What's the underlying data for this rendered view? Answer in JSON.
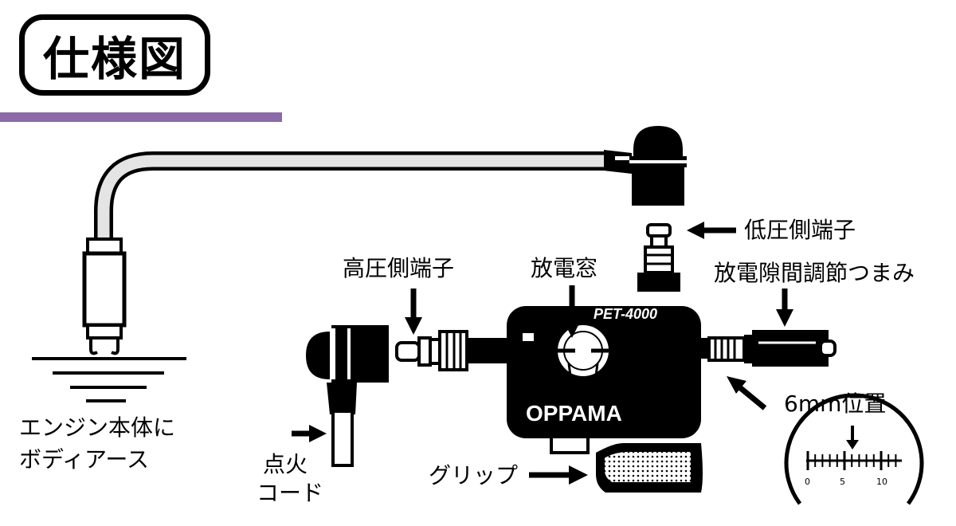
{
  "title": "仕様図",
  "labels": {
    "low_side_terminal": "低圧側端子",
    "high_side_terminal": "高圧側端子",
    "discharge_window": "放電窓",
    "gap_knob": "放電隙間調節つまみ",
    "ground_line1": "エンジン本体に",
    "ground_line2": "ボディアース",
    "ignition_line1": "点火",
    "ignition_line2": "コード",
    "grip": "グリップ",
    "position_6mm": "6mm位置"
  },
  "device": {
    "model": "PET-4000",
    "brand": "OPPAMA"
  },
  "scale": {
    "ticks": [
      "0",
      "5",
      "10"
    ]
  },
  "colors": {
    "accent_bar": "#8a6aa8",
    "ink": "#000000",
    "cable_fill": "#e4e4e4"
  }
}
